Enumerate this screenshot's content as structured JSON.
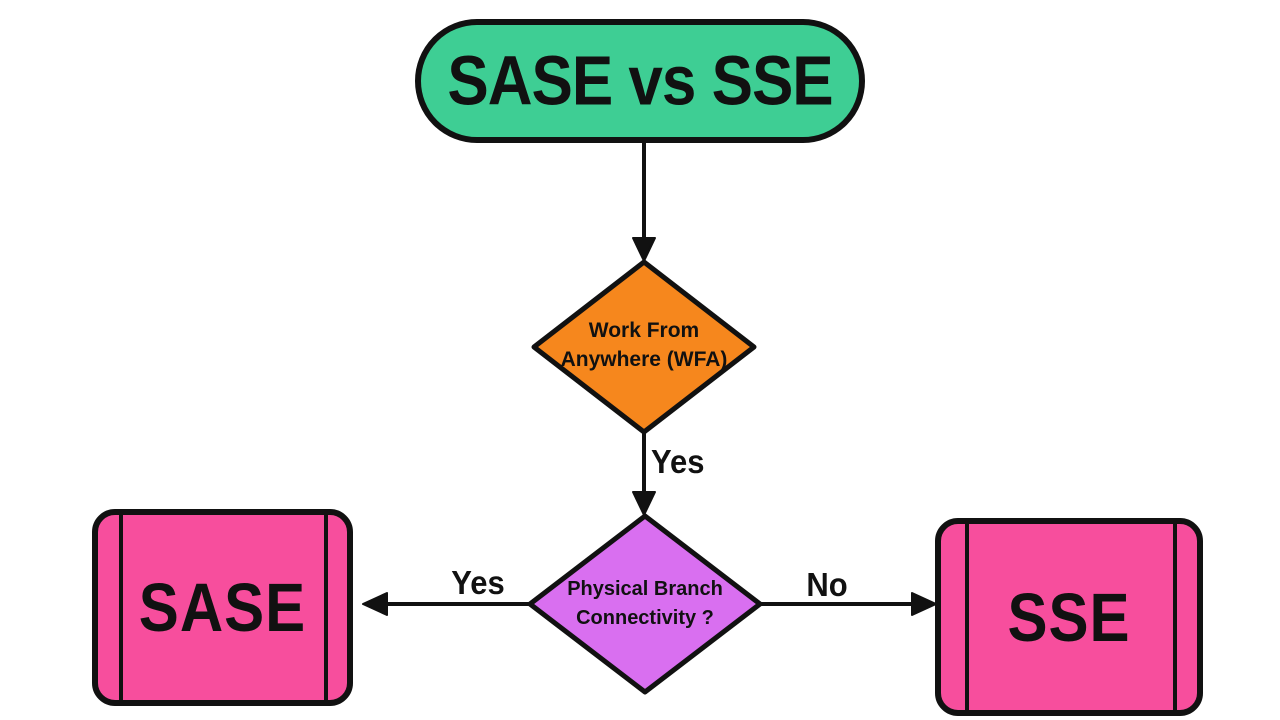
{
  "diagram": {
    "background": "#FFFFFF",
    "outline_color": "#111111",
    "title_node": {
      "label": "SASE vs SSE",
      "fill": "#3ECE94"
    },
    "decision_wfa": {
      "line1": "Work From",
      "line2": "Anywhere (WFA)",
      "fill": "#F6871D"
    },
    "decision_branch": {
      "line1": "Physical Branch",
      "line2": "Connectivity ?",
      "fill": "#D96FF0"
    },
    "result_sase": {
      "label": "SASE",
      "fill": "#F74E9D"
    },
    "result_sse": {
      "label": "SSE",
      "fill": "#F74E9D"
    },
    "edge_labels": {
      "wfa_to_branch": "Yes",
      "branch_to_sase": "Yes",
      "branch_to_sse": "No"
    }
  }
}
